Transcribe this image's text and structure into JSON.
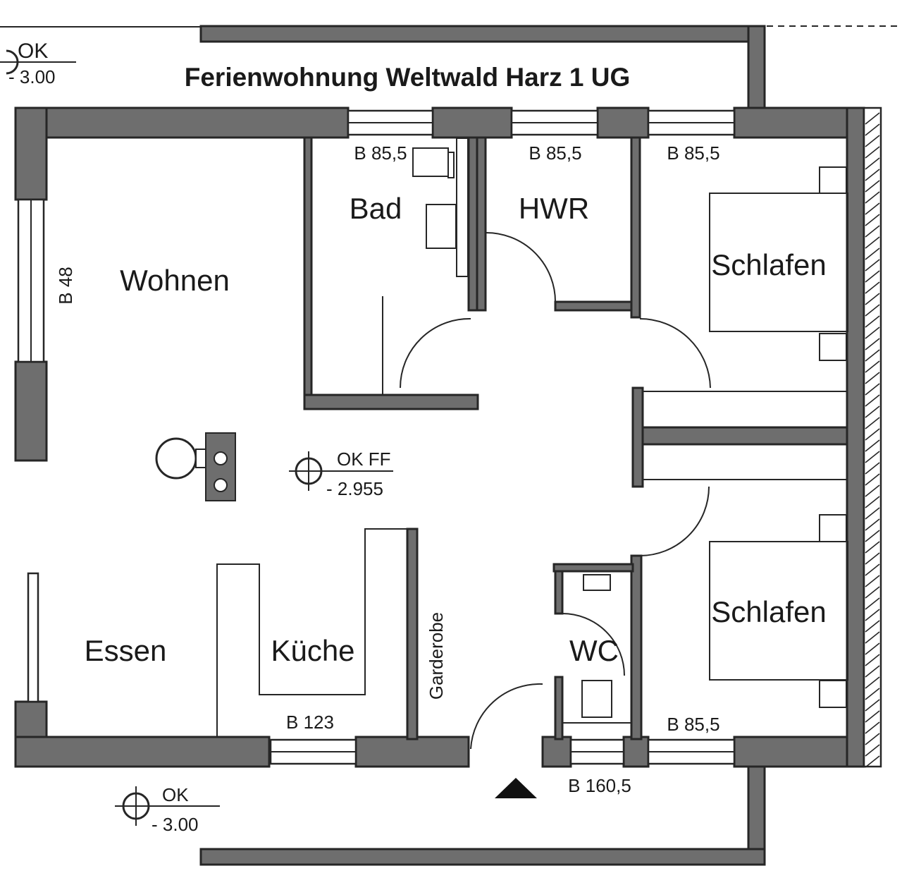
{
  "title": "Ferienwohnung Weltwald Harz 1 UG",
  "rooms": {
    "wohnen": "Wohnen",
    "bad": "Bad",
    "hwr": "HWR",
    "schlafen_1": "Schlafen",
    "schlafen_2": "Schlafen",
    "essen": "Essen",
    "kueche": "Küche",
    "garderobe": "Garderobe",
    "wc": "WC"
  },
  "dimensions": {
    "window_bad": "B 85,5",
    "window_hwr": "B 85,5",
    "window_schlafen_top": "B 85,5",
    "window_wohnen": "B 48",
    "window_kueche": "B 123",
    "window_schlafen_bottom": "B 85,5",
    "door_entrance": "B 160,5"
  },
  "levels": {
    "top_left": {
      "label": "OK",
      "value": "- 3.00"
    },
    "center": {
      "label": "OK FF",
      "value": "- 2.955"
    },
    "bottom": {
      "label": "OK",
      "value": "- 3.00"
    }
  }
}
